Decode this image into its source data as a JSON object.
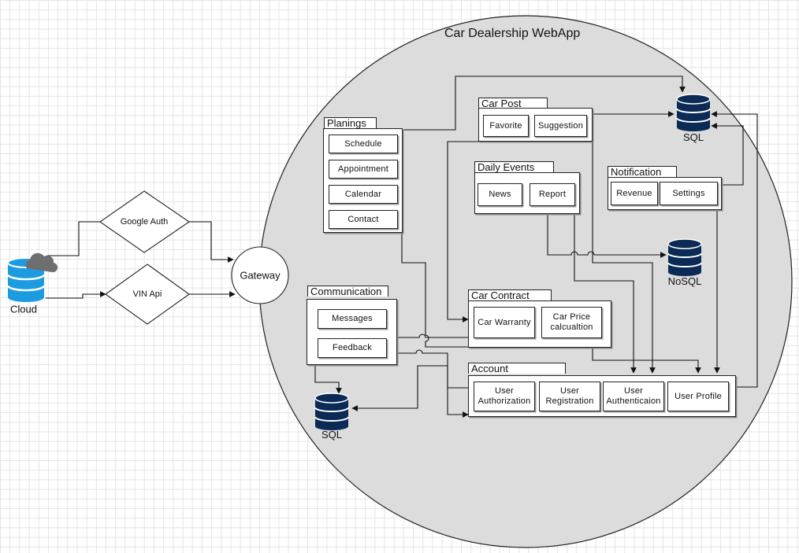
{
  "title": "Car Dealership WebApp",
  "cloud": {
    "label": "Cloud"
  },
  "google_auth": "Google Auth",
  "vin_api": "VIN Api",
  "gateway": "Gateway",
  "databases": {
    "sql_top": "SQL",
    "nosql": "NoSQL",
    "sql_bottom": "SQL"
  },
  "groups": {
    "planings": {
      "title": "Planings",
      "items": [
        "Schedule",
        "Appointment",
        "Calendar",
        "Contact"
      ]
    },
    "car_post": {
      "title": "Car Post",
      "items": [
        "Favorite",
        "Suggestion"
      ]
    },
    "daily_events": {
      "title": "Daily Events",
      "items": [
        "News",
        "Report"
      ]
    },
    "notification": {
      "title": "Notification",
      "items": [
        "Revenue",
        "Settings"
      ]
    },
    "communication": {
      "title": "Communication",
      "items": [
        "Messages",
        "Feedback"
      ]
    },
    "car_contract": {
      "title": "Car Contract",
      "items": [
        "Car Warranty",
        "Car Price\ncalcualtion"
      ]
    },
    "account": {
      "title": "Account",
      "items": [
        "User\nAuthorization",
        "User\nRegistration",
        "User\nAuthenticaion",
        "User Profile"
      ]
    }
  },
  "colors": {
    "db": "#0b2a55",
    "db_band": "#ffffff",
    "cloud_db": "#1c9ce0",
    "cloud": "#6e6e70",
    "circle_fill": "#dcdcdc"
  }
}
